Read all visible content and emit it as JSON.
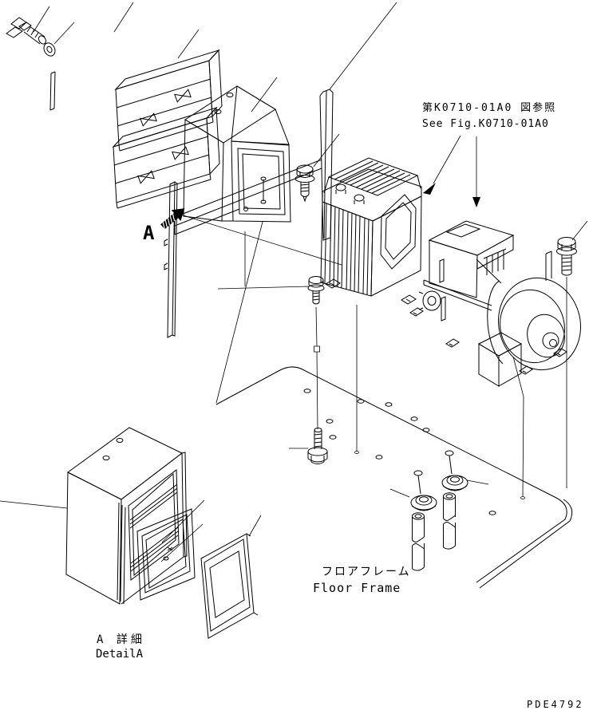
{
  "labels": {
    "reference_note_jp": "第K0710-01A0 図参照",
    "reference_note_en": "See Fig.K0710-01A0",
    "view_arrow_label": "A",
    "floor_frame_jp": "フロアフレーム",
    "floor_frame_en": "Floor Frame",
    "detail_view_jp": "A 詳細",
    "detail_view_en": "DetailA",
    "drawing_code": "PDE4792"
  },
  "colors": {
    "line": "#000000",
    "background": "#ffffff"
  },
  "parts": [
    "wing-bolt",
    "washer",
    "mounting-strip",
    "mounting-bar-left",
    "mounting-bar-right",
    "mounting-rail",
    "filter-element-upper",
    "filter-element-lower",
    "air-duct-box",
    "flange-bolt-duct",
    "flange-bolt-heater",
    "flange-bolt-blower",
    "floor-bolt",
    "heater-unit",
    "blower-assembly",
    "blower-outlet-duct",
    "floor-frame",
    "grommet-left",
    "grommet-right",
    "spacer-tube-left",
    "spacer-tube-right",
    "detail-a-housing",
    "gasket-frame",
    "view-a-arrow",
    "reference-arrow-1",
    "reference-arrow-2",
    "leader-lines"
  ]
}
